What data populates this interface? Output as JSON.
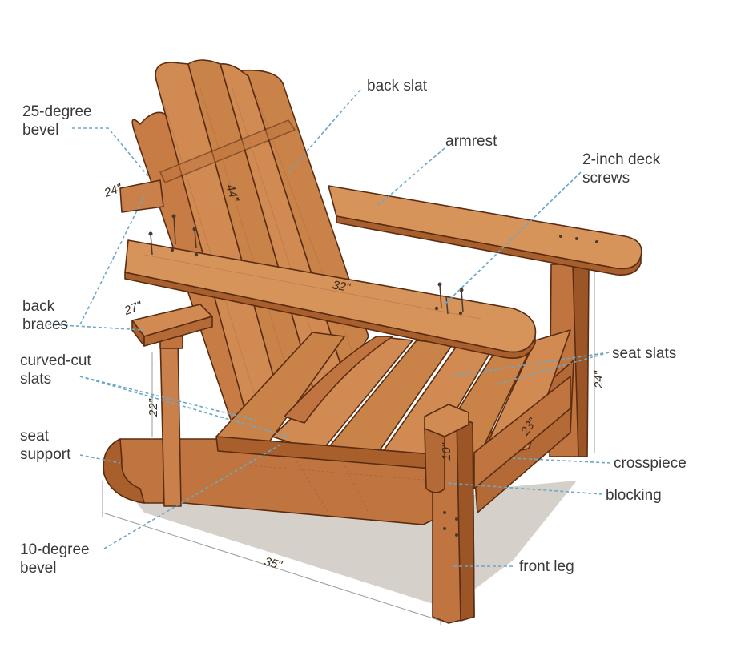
{
  "labels": {
    "back_slat": "back slat",
    "armrest": "armrest",
    "deck_screws_1": "2-inch deck",
    "deck_screws_2": "screws",
    "bevel25_1": "25-degree",
    "bevel25_2": "bevel",
    "back_braces_1": "back",
    "back_braces_2": "braces",
    "curved_1": "curved-cut",
    "curved_2": "slats",
    "seat_support_1": "seat",
    "seat_support_2": "support",
    "bevel10_1": "10-degree",
    "bevel10_2": "bevel",
    "seat_slats": "seat slats",
    "crosspiece": "crosspiece",
    "blocking": "blocking",
    "front_leg": "front leg"
  },
  "dimensions": {
    "back_height": "44\"",
    "brace_width": "24\"",
    "arm_length": "32\"",
    "arm_front": "27\"",
    "seat_height": "22\"",
    "overall_height": "24\"",
    "seat_depth": "23\"",
    "blocking_height": "10\"",
    "overall_length": "35\""
  },
  "colors": {
    "wood_light": "#d08a52",
    "wood_mid": "#c07540",
    "wood_dark": "#9c5526",
    "outline": "#5a2c12",
    "leader": "#6aa7c9",
    "shadow": "#cfc8c2",
    "text": "#3a3a3a"
  }
}
